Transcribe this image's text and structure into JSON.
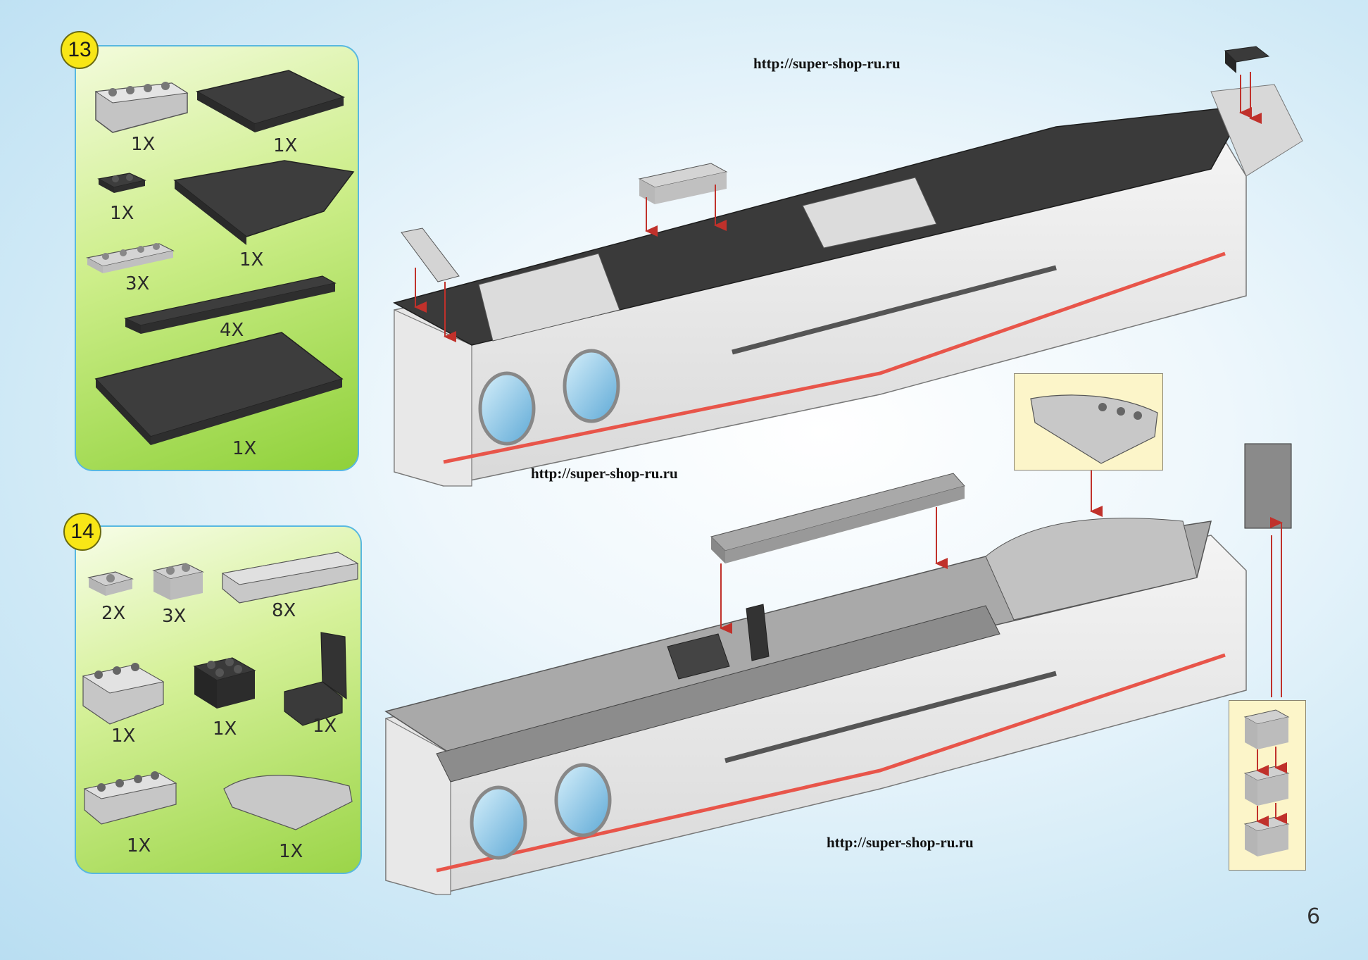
{
  "page": {
    "number": "6"
  },
  "watermarks": [
    {
      "id": "top",
      "text": "http://super-shop-ru.ru"
    },
    {
      "id": "middle",
      "text": "http://super-shop-ru.ru"
    },
    {
      "id": "bottom",
      "text": "http://super-shop-ru.ru"
    }
  ],
  "step13": {
    "number": "13",
    "parts": [
      {
        "name": "light-gray-slope-1x4",
        "qty": "1X",
        "color": "#c8c8c8"
      },
      {
        "name": "black-plate-6x8",
        "qty": "1X",
        "color": "#3a3a3a"
      },
      {
        "name": "black-plate-1x2",
        "qty": "1X",
        "color": "#3a3a3a"
      },
      {
        "name": "black-wedge-plate",
        "qty": "1X",
        "color": "#3a3a3a"
      },
      {
        "name": "light-gray-plate-1x4",
        "qty": "3X",
        "color": "#c8c8c8"
      },
      {
        "name": "black-plate-1x12",
        "qty": "4X",
        "color": "#3a3a3a"
      },
      {
        "name": "black-plate-8x12",
        "qty": "1X",
        "color": "#3a3a3a"
      }
    ]
  },
  "step14": {
    "number": "14",
    "parts": [
      {
        "name": "gray-jumper-plate",
        "qty": "2X",
        "color": "#c8c8c8"
      },
      {
        "name": "gray-brick-1x2",
        "qty": "3X",
        "color": "#c8c8c8"
      },
      {
        "name": "gray-slope-1x6",
        "qty": "8X",
        "color": "#c8c8c8"
      },
      {
        "name": "gray-slope-2x3",
        "qty": "1X",
        "color": "#c8c8c8"
      },
      {
        "name": "black-brick-2x2",
        "qty": "1X",
        "color": "#333333"
      },
      {
        "name": "black-seat",
        "qty": "1X",
        "color": "#333333"
      },
      {
        "name": "gray-slope-1x4",
        "qty": "1X",
        "color": "#c8c8c8"
      },
      {
        "name": "gray-curved-wedge",
        "qty": "1X",
        "color": "#c8c8c8"
      }
    ]
  },
  "colors": {
    "panel_border": "#58b8e0",
    "badge": "#f8e616",
    "stripe": "#e8554a",
    "arrow": "#c0312b",
    "callout": "#fcf5c9"
  }
}
